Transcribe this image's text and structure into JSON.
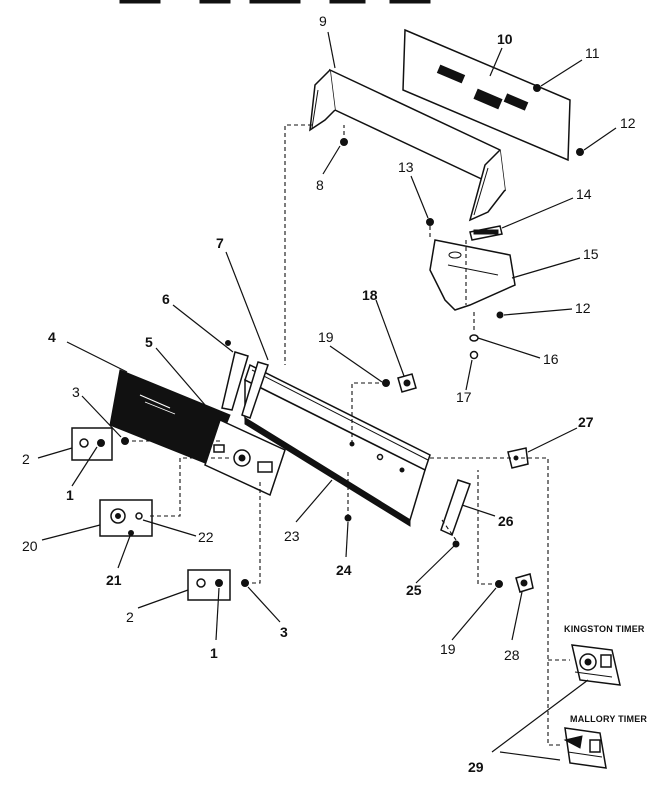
{
  "callouts": [
    {
      "id": "c1a",
      "text": "1"
    },
    {
      "id": "c1b",
      "text": "1"
    },
    {
      "id": "c2a",
      "text": "2"
    },
    {
      "id": "c2b",
      "text": "2"
    },
    {
      "id": "c3a",
      "text": "3"
    },
    {
      "id": "c3b",
      "text": "3"
    },
    {
      "id": "c4",
      "text": "4"
    },
    {
      "id": "c5",
      "text": "5"
    },
    {
      "id": "c6",
      "text": "6"
    },
    {
      "id": "c7",
      "text": "7"
    },
    {
      "id": "c8",
      "text": "8"
    },
    {
      "id": "c9",
      "text": "9"
    },
    {
      "id": "c10",
      "text": "10"
    },
    {
      "id": "c11",
      "text": "11"
    },
    {
      "id": "c12a",
      "text": "12"
    },
    {
      "id": "c12b",
      "text": "12"
    },
    {
      "id": "c13",
      "text": "13"
    },
    {
      "id": "c14",
      "text": "14"
    },
    {
      "id": "c15",
      "text": "15"
    },
    {
      "id": "c16",
      "text": "16"
    },
    {
      "id": "c17",
      "text": "17"
    },
    {
      "id": "c18",
      "text": "18"
    },
    {
      "id": "c19a",
      "text": "19"
    },
    {
      "id": "c19b",
      "text": "19"
    },
    {
      "id": "c20",
      "text": "20"
    },
    {
      "id": "c21",
      "text": "21"
    },
    {
      "id": "c22",
      "text": "22"
    },
    {
      "id": "c23",
      "text": "23"
    },
    {
      "id": "c24",
      "text": "24"
    },
    {
      "id": "c25",
      "text": "25"
    },
    {
      "id": "c26",
      "text": "26"
    },
    {
      "id": "c27",
      "text": "27"
    },
    {
      "id": "c28",
      "text": "28"
    },
    {
      "id": "c29",
      "text": "29"
    }
  ],
  "labels": {
    "kingston_timer": "KINGSTON TIMER",
    "mallory_timer": "MALLORY TIMER"
  }
}
